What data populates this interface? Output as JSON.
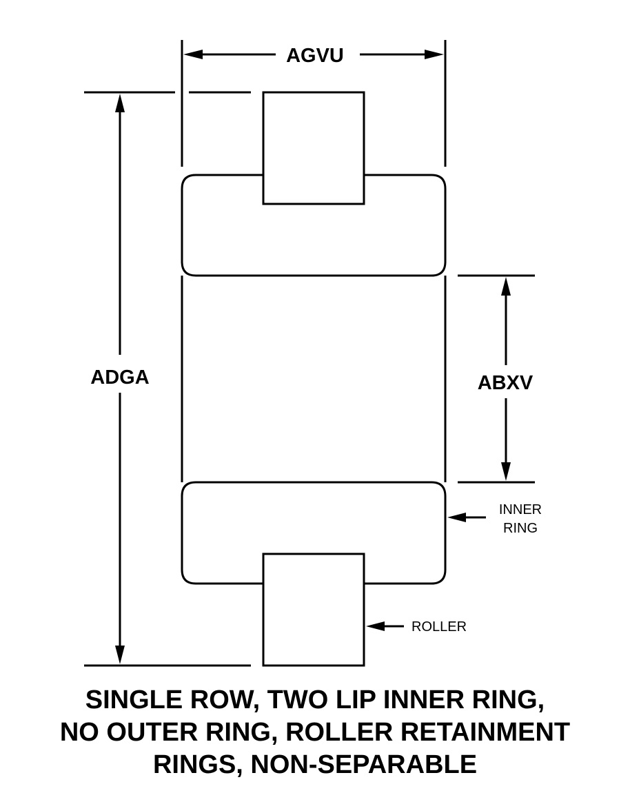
{
  "diagram": {
    "dimensions": {
      "overall_width": "AGVU",
      "overall_height": "ADGA",
      "bore_height": "ABXV"
    },
    "callouts": {
      "inner_ring_line1": "INNER",
      "inner_ring_line2": "RING",
      "roller": "ROLLER"
    },
    "caption": {
      "line1": "SINGLE ROW, TWO LIP INNER RING,",
      "line2": "NO OUTER RING, ROLLER RETAINMENT",
      "line3": "RINGS, NON-SEPARABLE"
    },
    "colors": {
      "stroke": "#000000",
      "background": "#ffffff"
    }
  }
}
